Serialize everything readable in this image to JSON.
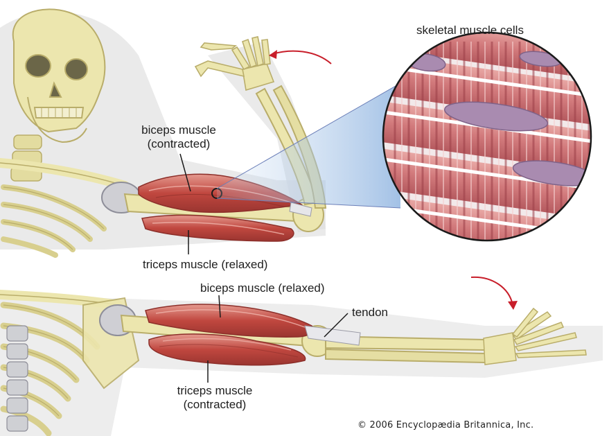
{
  "labels": {
    "skeletal_cells": "skeletal muscle cells",
    "biceps_contracted_line1": "biceps muscle",
    "biceps_contracted_line2": "(contracted)",
    "triceps_relaxed": "triceps muscle (relaxed)",
    "biceps_relaxed": "biceps muscle (relaxed)",
    "tendon": "tendon",
    "triceps_contracted_line1": "triceps muscle",
    "triceps_contracted_line2": "(contracted)"
  },
  "credit": "© 2006 Encyclopædia Britannica, Inc.",
  "colors": {
    "bone": "#ece6ae",
    "bone_outline": "#b9ad6a",
    "muscle": "#c8574e",
    "muscle_light": "#e7a49a",
    "shadow": "#d6d6d6",
    "arrow": "#c81e2a",
    "magnify_bg": "#a9c6e6"
  }
}
